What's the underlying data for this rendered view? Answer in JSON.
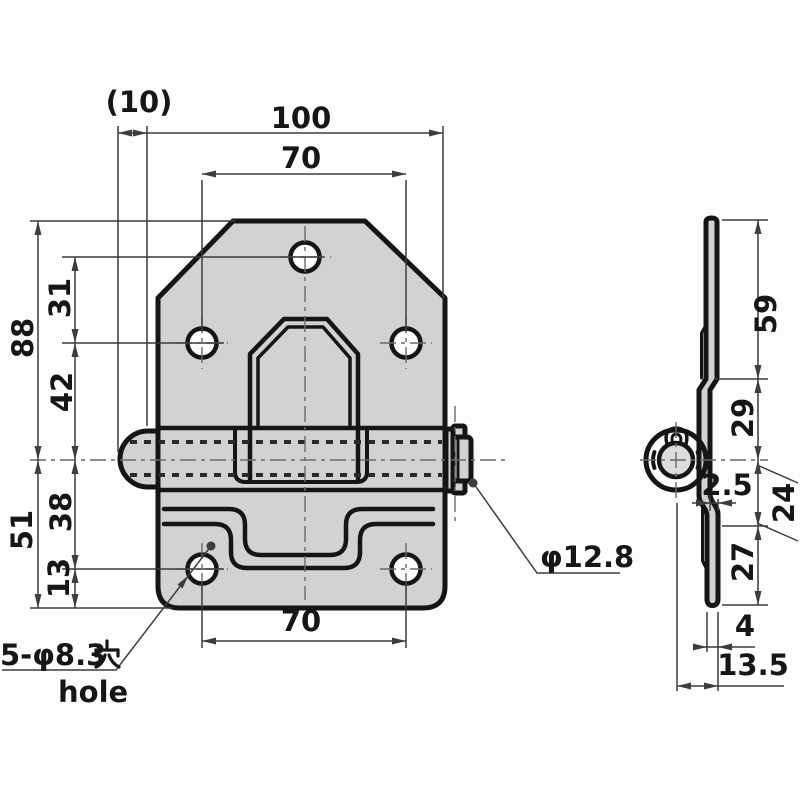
{
  "front": {
    "dim_10": "(10)",
    "dim_100": "100",
    "dim_70_top": "70",
    "dim_70_bottom": "70",
    "dim_88": "88",
    "dim_31": "31",
    "dim_42": "42",
    "dim_51": "51",
    "dim_38": "38",
    "dim_13": "13",
    "pin_diameter_label": "φ12.8",
    "hole_callout": "5-φ8.3",
    "hole_callout_kanji": "穴",
    "hole_callout_en": "hole"
  },
  "side": {
    "dim_59": "59",
    "dim_29": "29",
    "dim_24": "24",
    "dim_27": "27",
    "dim_2_5": "2.5",
    "dim_4": "4",
    "dim_13_5": "13.5"
  },
  "colors": {
    "line": "#151515",
    "dimension_line": "#3d3d3d",
    "centerline": "#6a6a6a",
    "part_fill": "#d2d2d2",
    "background": "#fdfdfd"
  }
}
